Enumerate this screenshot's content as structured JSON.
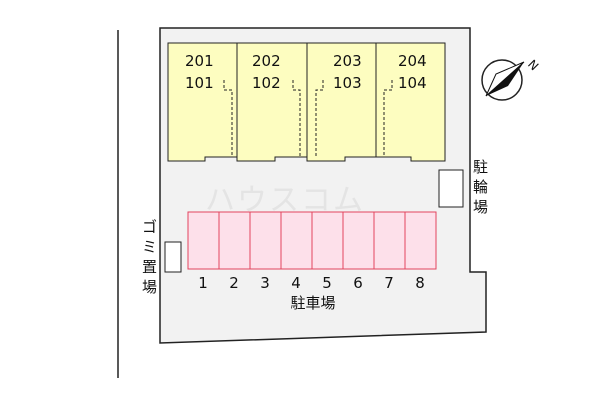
{
  "units": [
    {
      "upper": "201",
      "lower": "101"
    },
    {
      "upper": "202",
      "lower": "102"
    },
    {
      "upper": "203",
      "lower": "103"
    },
    {
      "upper": "204",
      "lower": "104"
    }
  ],
  "parking": {
    "label": "駐車場",
    "spaces": [
      "1",
      "2",
      "3",
      "4",
      "5",
      "6",
      "7",
      "8"
    ]
  },
  "bicycle_parking": {
    "chars": [
      "駐",
      "輪",
      "場"
    ]
  },
  "garbage_area": {
    "chars": [
      "ゴ",
      "ミ",
      "置",
      "場"
    ]
  },
  "compass": {
    "north_label": "N",
    "icon": "compass-north-icon"
  },
  "watermark": "ハウスコム",
  "colors": {
    "lot": "#f2f2f2",
    "building": "#fdfdc0",
    "parking_fill": "#fde0ea",
    "parking_stroke": "#e2445e",
    "road_line": "#222222"
  }
}
